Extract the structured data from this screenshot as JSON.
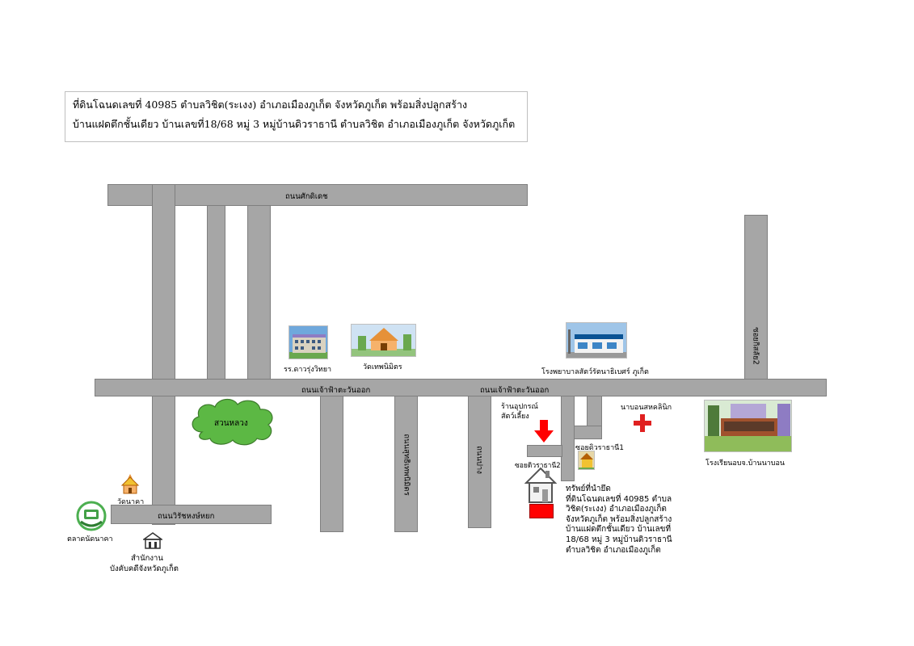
{
  "title": {
    "line1": "ที่ดินโฉนดเลขที่ 40985 ตำบลวิชิต(ระเงง) อำเภอเมืองภูเก็ต จังหวัดภูเก็ต พร้อมสิ่งปลูกสร้าง",
    "line2": "บ้านแฝดตึกชั้นเดียว บ้านเลขที่18/68 หมู่ 3 หมู่บ้านดิวราธานี ตำบลวิชิต อำเภอเมืองภูเก็ต จังหวัดภูเก็ต"
  },
  "roads": {
    "top": "ถนนศักดิเดช",
    "main_left": "ถนนเจ้าฟ้าตะวันออก",
    "main_right": "ถนนเจ้าฟ้าตะวันออก",
    "bottom_left": "ถนนวิรัชหงษ์หยก",
    "vertical_1": "ถนนสุทธิเทพนิมิตร",
    "vertical_2": "ถนนปาง",
    "soi_right": "ซอยกิสลัย2",
    "soi_1": "ซอยดิวราธานี1",
    "soi_2": "ซอยดิวราธานี2"
  },
  "landmarks": {
    "school": "รร.ดาวรุ่งวิทยา",
    "temple": "วัดเทพนิมิตร",
    "hospital": "โรงพยาบาลสัตว์รัตนาธิเบศร์ ภูเก็ต",
    "park": "สวนหลวง",
    "pet_shop_line1": "ร้านอุปกรณ์",
    "pet_shop_line2": "สัตว์เลี้ยง",
    "clinic": "นาบอนสหคลินิก",
    "school_right": "โรงเรียนอบจ.บ้านนาบอน",
    "wat_naka": "วัดนาคา",
    "market": "ตลาดนัดนาคา",
    "office_line1": "สำนักงาน",
    "office_line2": "บังคับคดีจังหวัดภูเก็ต"
  },
  "property": {
    "heading": "ทรัพย์ที่นำยึด",
    "lines": [
      "ที่ดินโฉนดเลขที่ 40985 ตำบล",
      "วิชิต(ระเงง) อำเภอเมืองภูเก็ต",
      "จังหวัดภูเก็ต พร้อมสิ่งปลูกสร้าง",
      "บ้านแฝดตึกชั้นเดียว บ้านเลขที่",
      "18/68 หมู่ 3 หมู่บ้านดิวราธานี",
      "ตำบลวิชิต อำเภอเมืองภูเก็ต"
    ]
  },
  "icons": {
    "property_marker": "house-icon",
    "arrow": "arrow-down-icon",
    "clinic": "red-cross-icon",
    "temple": "temple-icon",
    "office": "government-building-icon",
    "market": "market-logo-icon"
  },
  "colors": {
    "road": "#a6a6a6",
    "park": "#5cb844",
    "arrow": "#ff0000",
    "property_block": "#ff0000",
    "cross": "#e02020"
  }
}
